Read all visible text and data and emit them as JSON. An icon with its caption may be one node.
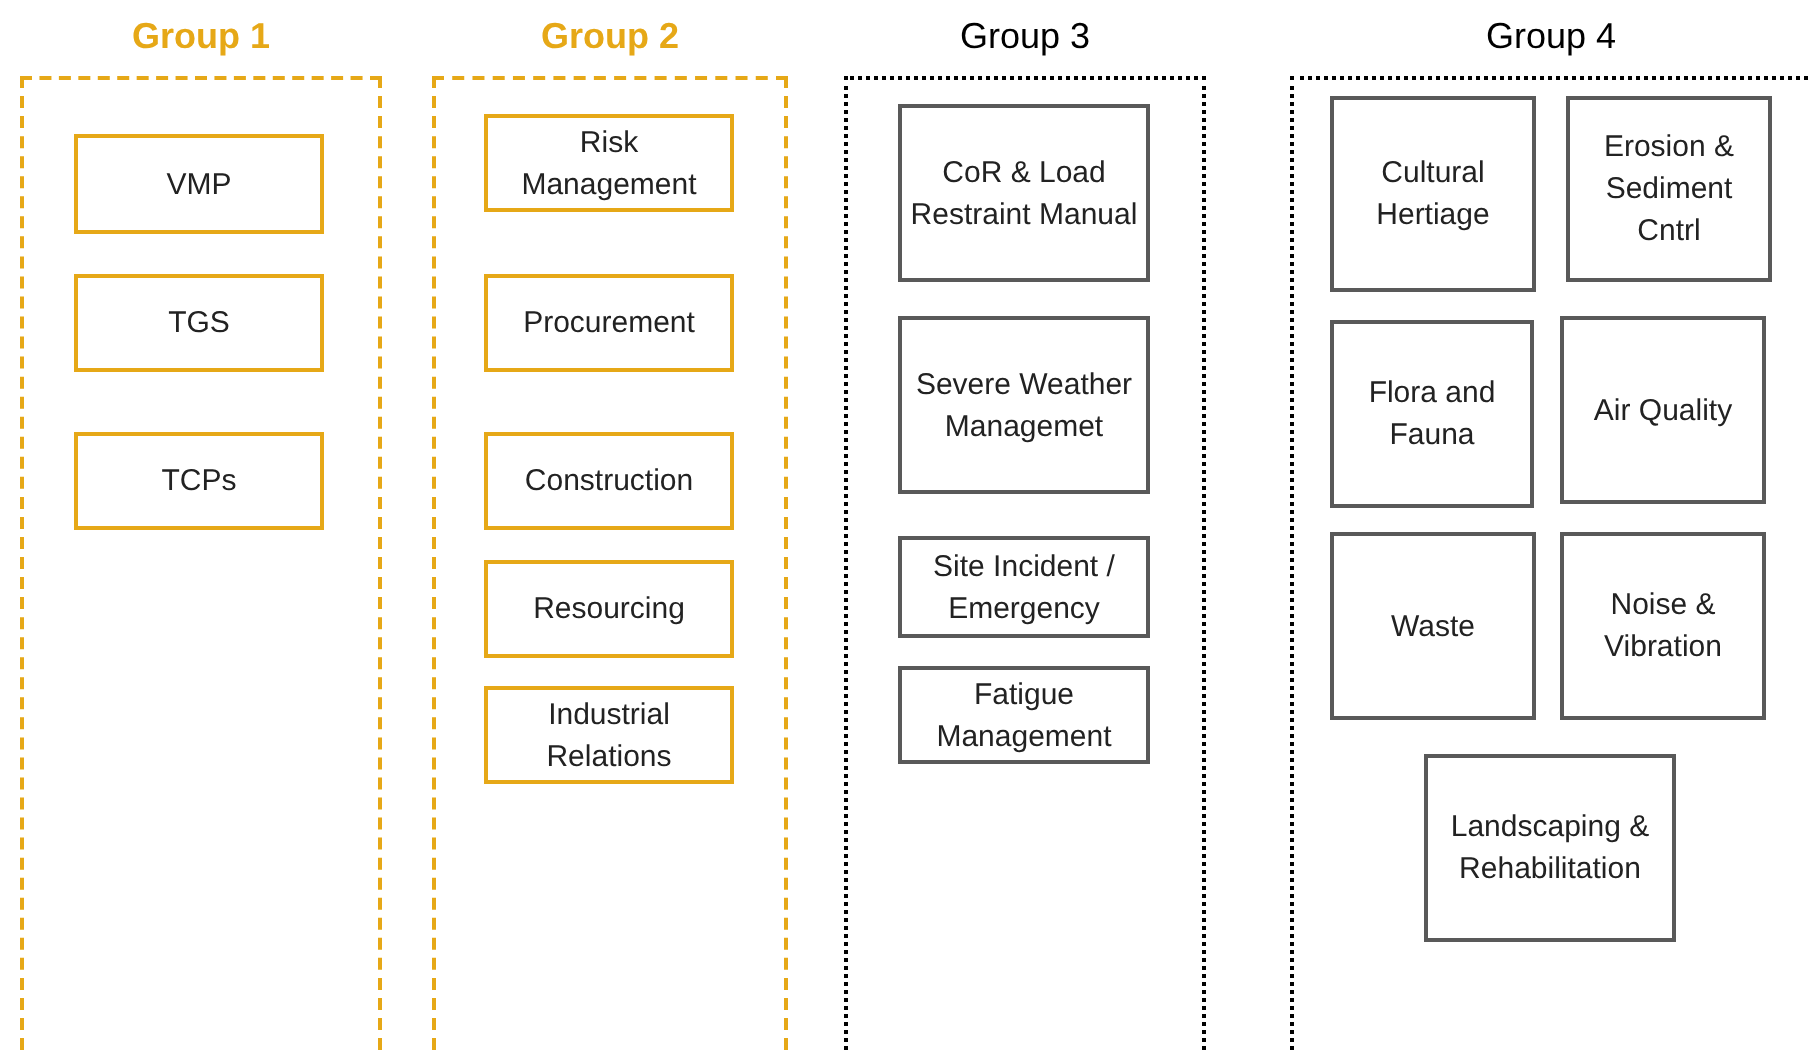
{
  "diagram": {
    "nodes": [
      {
        "text": [
          "Group 1"
        ]
      },
      {
        "text": [
          "VMP"
        ],
        "in": 0
      },
      {
        "text": [
          "TGS"
        ],
        "in": 0
      },
      {
        "text": [
          "TCPs"
        ],
        "in": 0
      },
      {
        "text": [
          "Group 2"
        ]
      },
      {
        "text": [
          "Risk Management"
        ],
        "in": 4
      },
      {
        "text": [
          "Procurement"
        ],
        "in": 4
      },
      {
        "text": [
          "Construction"
        ],
        "in": 4
      },
      {
        "text": [
          "Resourcing"
        ],
        "in": 4
      },
      {
        "text": [
          "Industrial Relations"
        ],
        "in": 4
      },
      {
        "text": [
          "Group 3"
        ]
      },
      {
        "text": [
          "CoR & Load Restraint Manual"
        ],
        "in": 10
      },
      {
        "text": [
          "Severe Weather Managemet"
        ],
        "in": 10
      },
      {
        "text": [
          "Site Incident / Emergency"
        ],
        "in": 10
      },
      {
        "text": [
          "Fatigue Management"
        ],
        "in": 10
      },
      {
        "text": [
          "Group 4"
        ]
      },
      {
        "text": [
          "Cultural Hertiage"
        ],
        "in": 15
      },
      {
        "text": [
          "Erosion & Sediment Cntrl"
        ],
        "in": 15
      },
      {
        "text": [
          "Flora and Fauna"
        ],
        "in": 15
      },
      {
        "text": [
          "Air Quality"
        ],
        "in": 15
      },
      {
        "text": [
          "Waste"
        ],
        "in": 15
      },
      {
        "text": [
          "Noise & Vibration"
        ],
        "in": 15
      },
      {
        "text": [
          "Landscaping & Rehabilitation"
        ],
        "in": 15
      }
    ]
  }
}
